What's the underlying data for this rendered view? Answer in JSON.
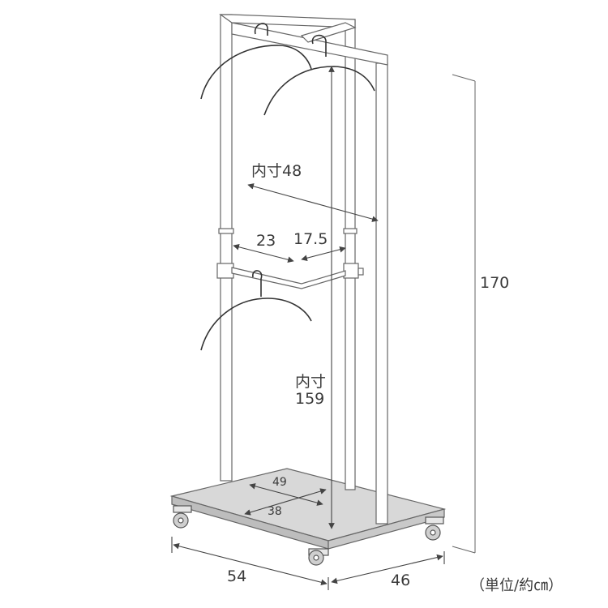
{
  "diagram": {
    "dims": {
      "inner_width": "内寸48",
      "left_arm": "23",
      "right_arm": "17.5",
      "total_height": "170",
      "inner_height_label": "内寸",
      "inner_height_value": "159",
      "base_inner_depth": "49",
      "base_inner_width": "38",
      "outer_width": "54",
      "outer_depth": "46"
    },
    "unit_note": "（単位/約㎝）"
  },
  "colors": {
    "line": "#555555",
    "frame": "#777777",
    "base_fill": "#d9d9d9",
    "text": "#3a3a3a"
  }
}
